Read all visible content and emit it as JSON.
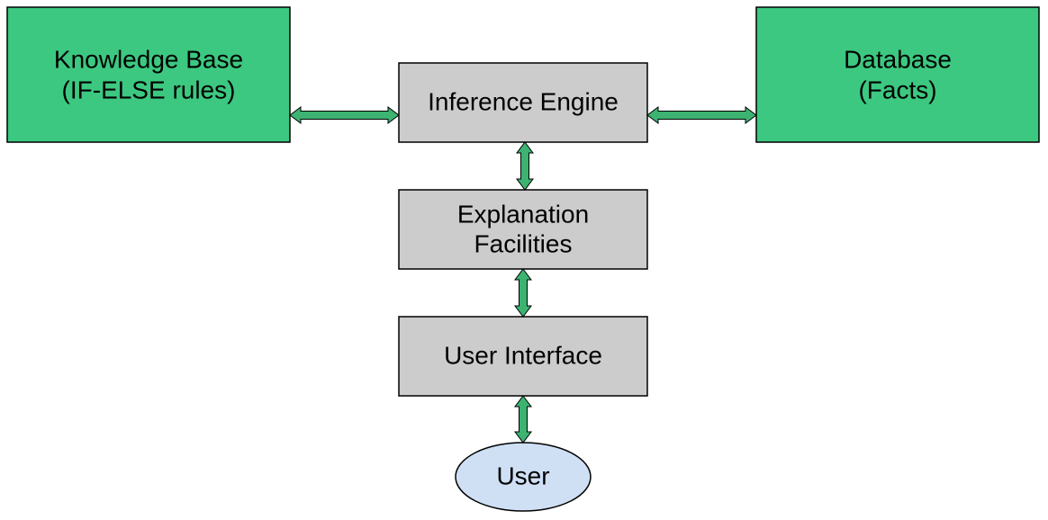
{
  "colors": {
    "green_box": "#3cc880",
    "gray_box": "#cccccc",
    "user_ellipse": "#cfe0f5",
    "arrow": "#3cb371",
    "border": "#000000"
  },
  "nodes": {
    "knowledge_base": {
      "line1": "Knowledge Base",
      "line2": "(IF-ELSE rules)"
    },
    "database": {
      "line1": "Database",
      "line2": "(Facts)"
    },
    "inference_engine": {
      "label": "Inference Engine"
    },
    "explanation_facilities": {
      "line1": "Explanation",
      "line2": "Facilities"
    },
    "user_interface": {
      "label": "User Interface"
    },
    "user": {
      "label": "User"
    }
  },
  "edges": [
    {
      "from": "knowledge_base",
      "to": "inference_engine",
      "direction": "bidirectional"
    },
    {
      "from": "inference_engine",
      "to": "database",
      "direction": "bidirectional"
    },
    {
      "from": "inference_engine",
      "to": "explanation_facilities",
      "direction": "bidirectional"
    },
    {
      "from": "explanation_facilities",
      "to": "user_interface",
      "direction": "bidirectional"
    },
    {
      "from": "user_interface",
      "to": "user",
      "direction": "bidirectional"
    }
  ]
}
